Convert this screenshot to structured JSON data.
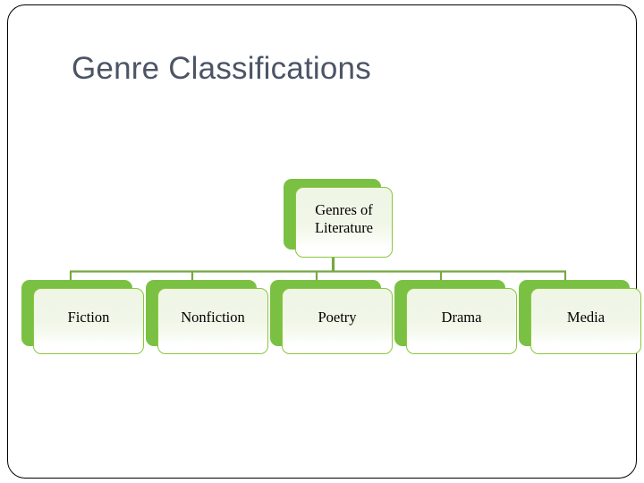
{
  "page": {
    "title": "Genre Classifications",
    "background_color": "#ffffff",
    "border_color": "#000000",
    "title_color": "#4b5566"
  },
  "theme": {
    "node_plate_color": "#7ac143",
    "node_border_color": "#8cc63e",
    "node_fill_color": "#f0f6e6",
    "connector_color": "#76a843",
    "label_color": "#000000"
  },
  "chart_data": {
    "type": "diagram",
    "diagram_kind": "organization-hierarchy",
    "title": "Genre Classifications",
    "root": {
      "id": "root",
      "label": "Genres of\nLiterature",
      "line1": "Genres of",
      "line2": "Literature"
    },
    "children": [
      {
        "id": "fiction",
        "label": "Fiction"
      },
      {
        "id": "nonfiction",
        "label": "Nonfiction"
      },
      {
        "id": "poetry",
        "label": "Poetry"
      },
      {
        "id": "drama",
        "label": "Drama"
      },
      {
        "id": "media",
        "label": "Media"
      }
    ]
  }
}
